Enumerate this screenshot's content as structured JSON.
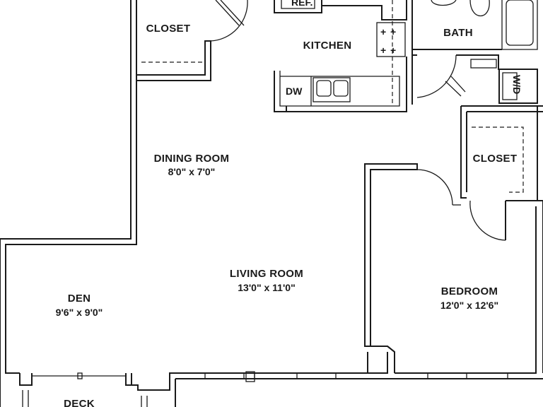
{
  "rooms": {
    "closet_top": {
      "name": "CLOSET"
    },
    "kitchen": {
      "name": "KITCHEN"
    },
    "bath": {
      "name": "BATH"
    },
    "closet_right": {
      "name": "CLOSET"
    },
    "dining": {
      "name": "DINING ROOM",
      "dims": "8'0\" x 7'0\""
    },
    "living": {
      "name": "LIVING ROOM",
      "dims": "13'0\" x 11'0\""
    },
    "den": {
      "name": "DEN",
      "dims": "9'6\" x 9'0\""
    },
    "bedroom": {
      "name": "BEDROOM",
      "dims": "12'0\" x 12'6\""
    },
    "deck": {
      "name": "DECK"
    }
  },
  "fixtures": {
    "refrigerator": "REF.",
    "dishwasher": "DW",
    "washer_dryer": "W/D"
  }
}
